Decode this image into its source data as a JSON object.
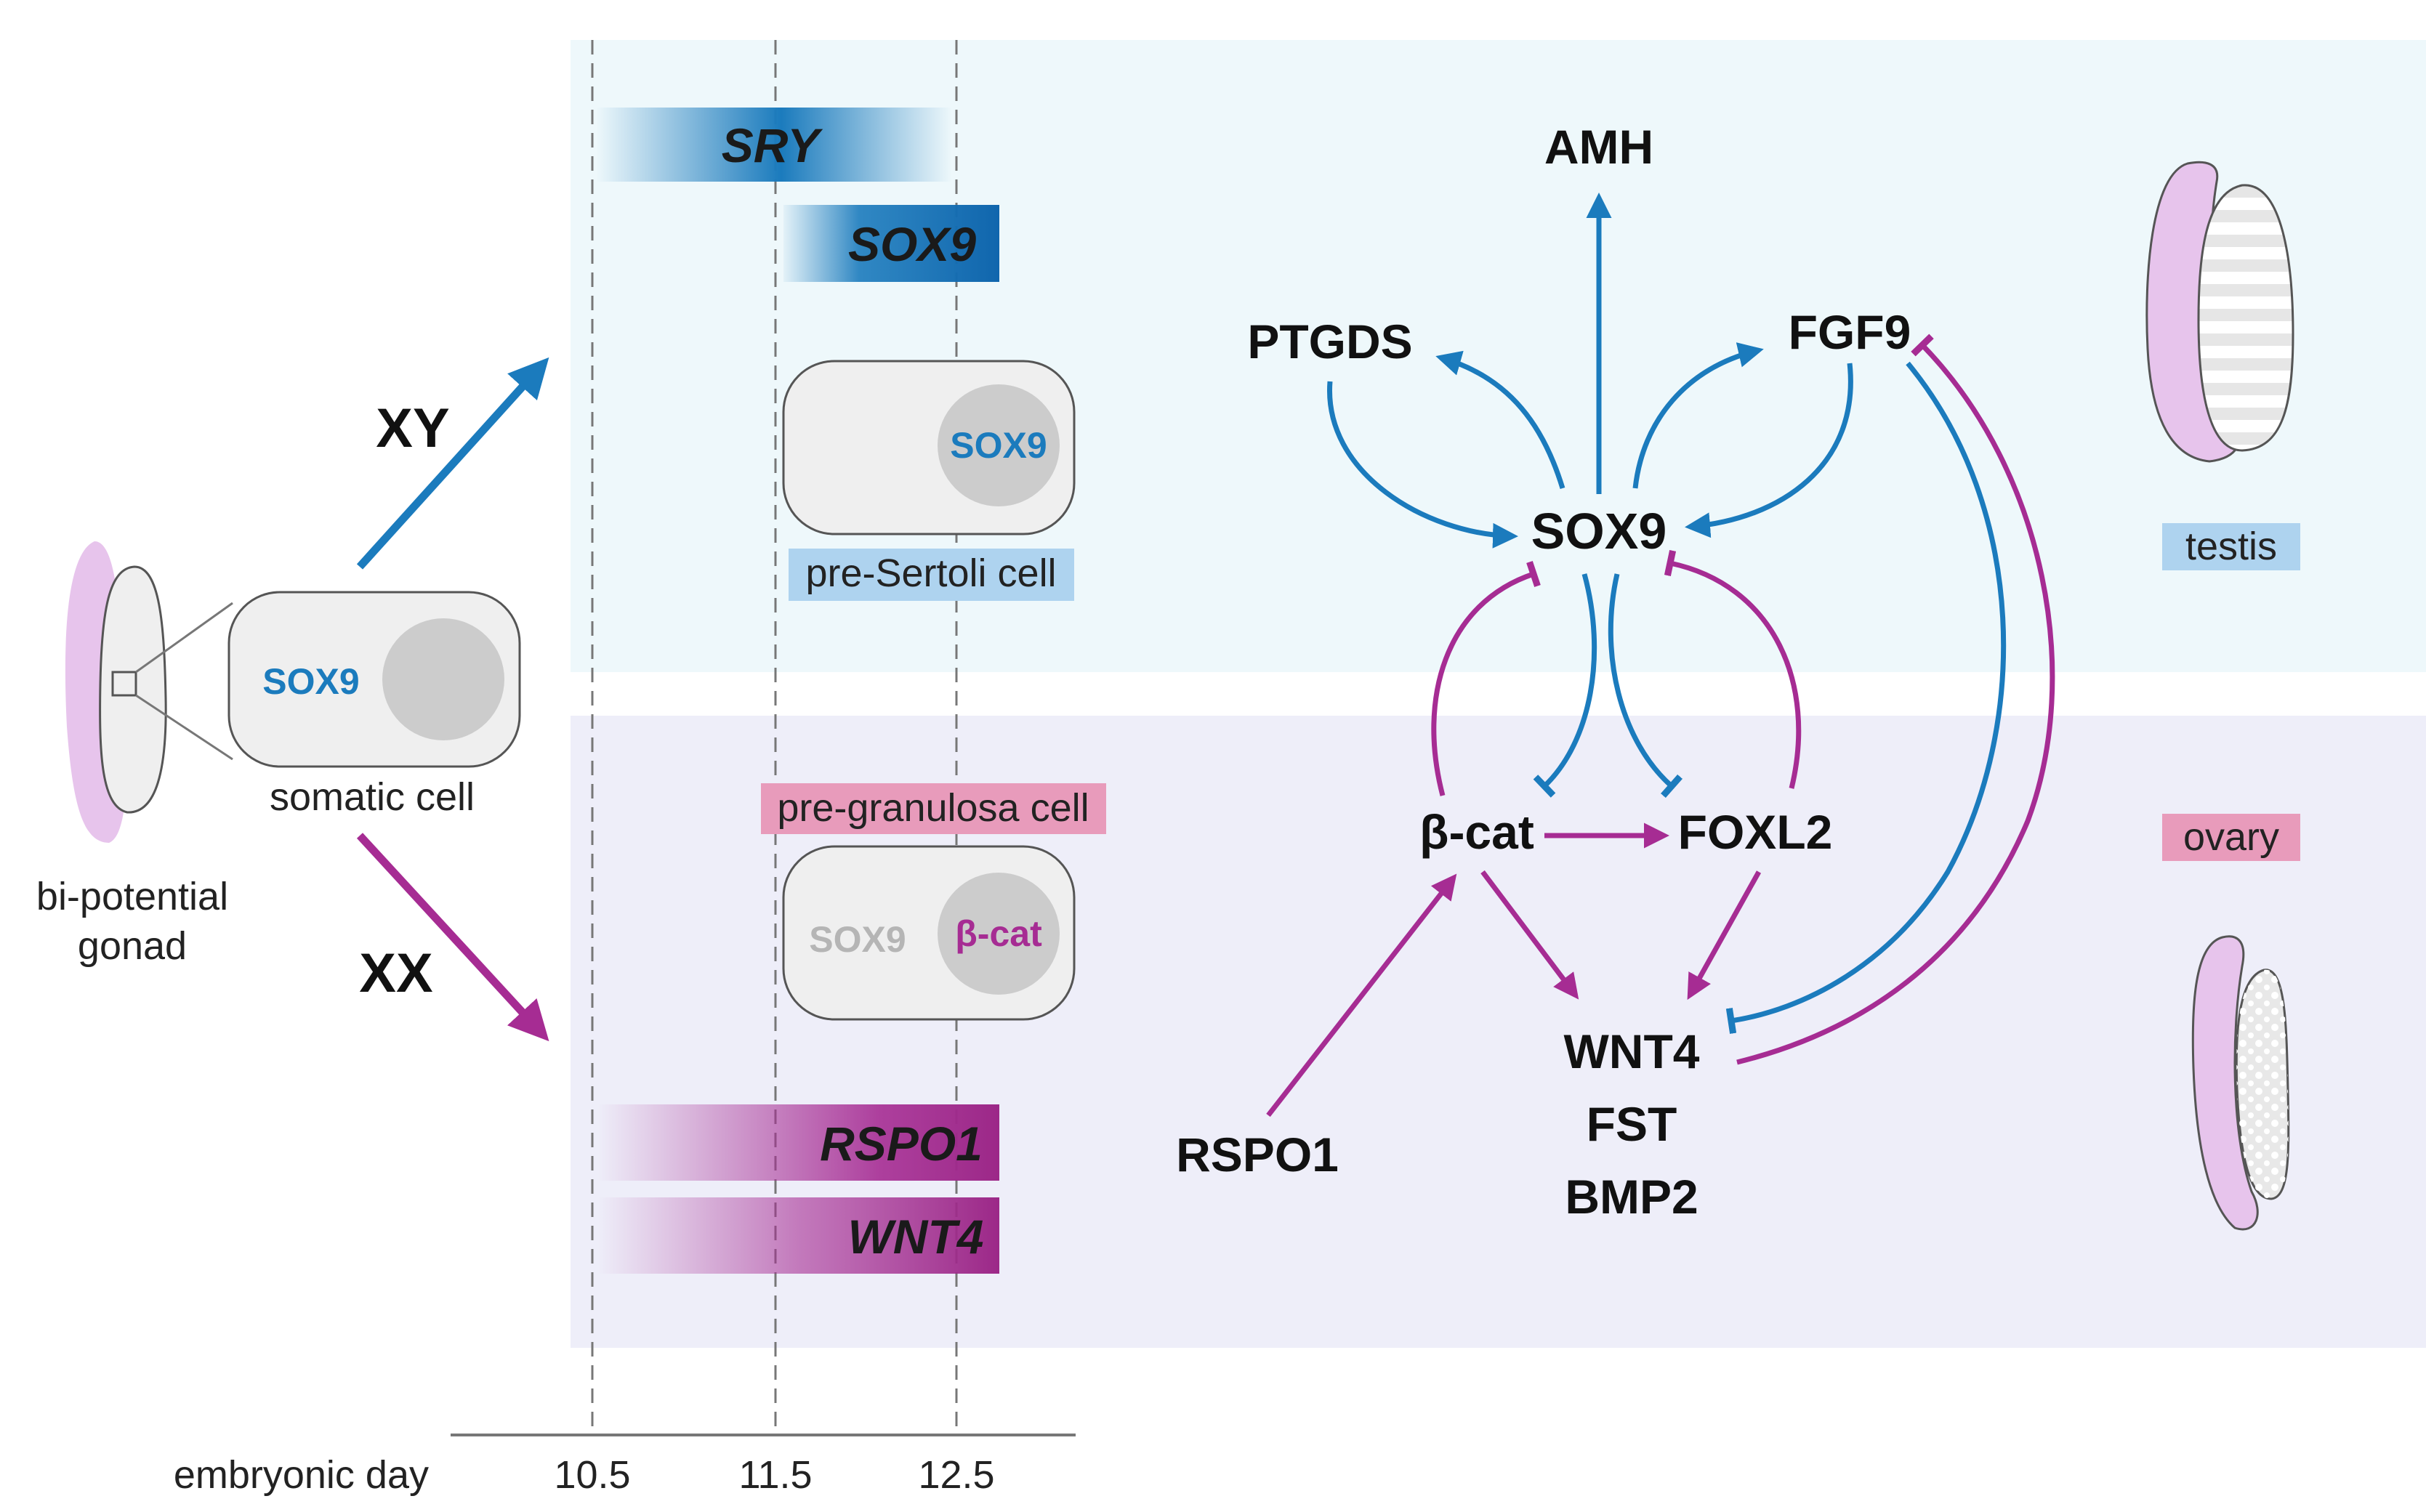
{
  "colors": {
    "blue": "#1b7bbd",
    "magenta": "#a62c93",
    "testis_bg": "#eef8fb",
    "ovary_bg": "#eeeef9",
    "testis_label_bg": "#aed3ef",
    "ovary_label_bg": "#e89bbb",
    "cell_fill": "#efefef",
    "nucleus_fill": "#cccccc",
    "gonad_pink": "#e7c4ec"
  },
  "left": {
    "gonad_label_line1": "bi-potential",
    "gonad_label_line2": "gonad",
    "cell_label": "somatic cell",
    "cell_marker": "SOX9",
    "xy_label": "XY",
    "xx_label": "XX"
  },
  "timeline": {
    "axis_label": "embryonic day",
    "ticks": [
      "10.5",
      "11.5",
      "12.5"
    ]
  },
  "testis_panel": {
    "genes": [
      "SRY",
      "SOX9"
    ],
    "cell_marker": "SOX9",
    "cell_label": "pre-Sertoli cell",
    "organ_label": "testis"
  },
  "ovary_panel": {
    "genes": [
      "RSPO1",
      "WNT4"
    ],
    "cell_label": "pre-granulosa cell",
    "cell_marker_off": "SOX9",
    "cell_marker_on": "β-cat",
    "organ_label": "ovary"
  },
  "network": {
    "amh": "AMH",
    "ptgds": "PTGDS",
    "fgf9": "FGF9",
    "sox9": "SOX9",
    "bcat": "β-cat",
    "foxl2": "FOXL2",
    "rspo1": "RSPO1",
    "wnt4": "WNT4",
    "fst": "FST",
    "bmp2": "BMP2"
  }
}
